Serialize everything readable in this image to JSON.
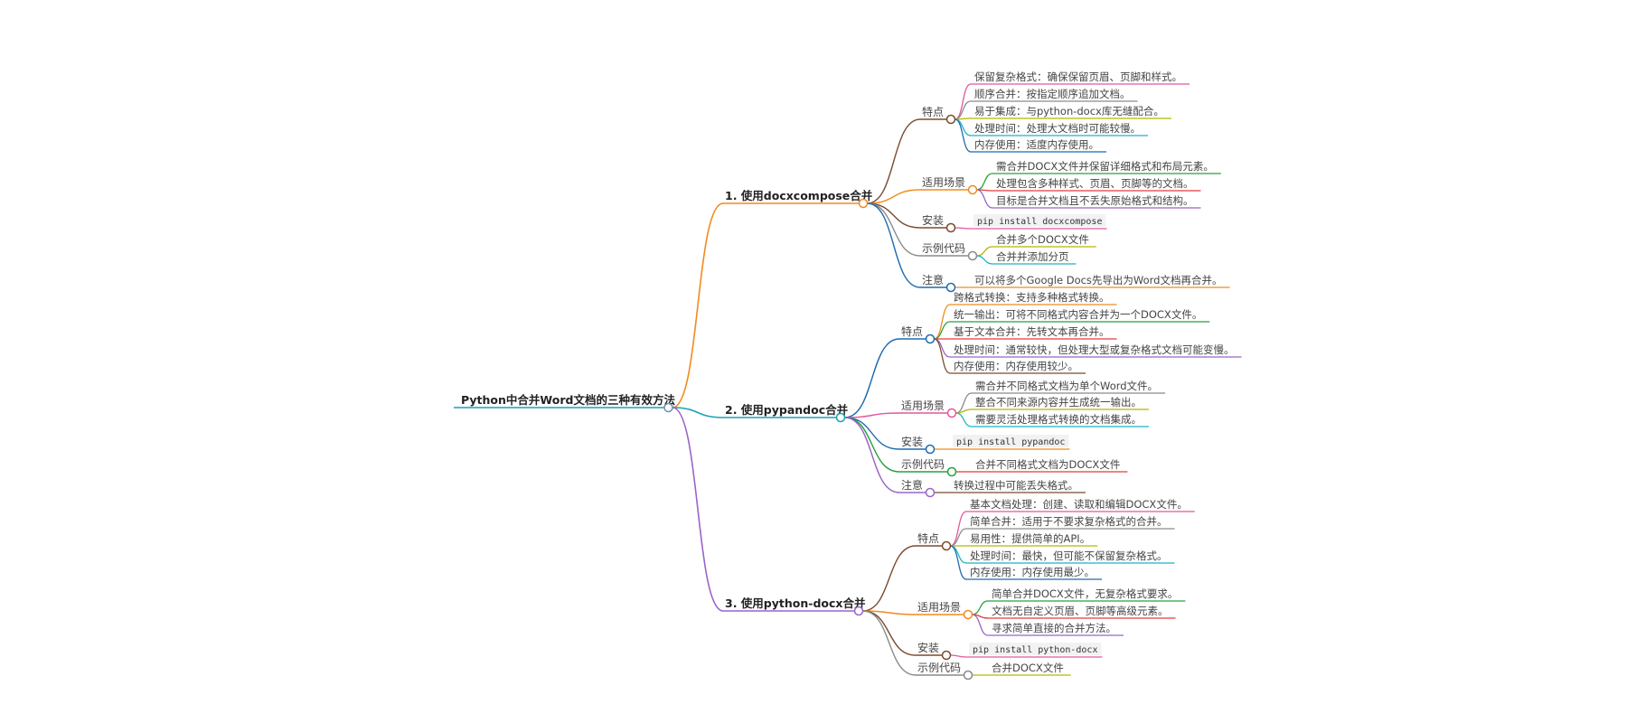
{
  "mindmap": {
    "title": "Python中合并Word文档的三种有效方法",
    "colors": {
      "orange": "#f28a1e",
      "teal": "#1aa2b8",
      "purple": "#9a64c8",
      "brown": "#7a4b2e",
      "pink": "#e2579f",
      "grey": "#8a8a8a",
      "olive": "#b4b600",
      "cyan": "#19b5c6",
      "navy": "#1f6bb0",
      "green": "#26a13e",
      "red": "#e33b3b",
      "blue": "#2c7fc0"
    },
    "branches": [
      {
        "label": "1. 使用docxcompose合并",
        "color": "orange",
        "children": [
          {
            "label": "特点",
            "color": "brown",
            "children": [
              {
                "text": "保留复杂格式：确保保留页眉、页脚和样式。",
                "color": "pink"
              },
              {
                "text": "顺序合并：按指定顺序追加文档。",
                "color": "grey"
              },
              {
                "text": "易于集成：与python-docx库无缝配合。",
                "color": "olive"
              },
              {
                "text": "处理时间：处理大文档时可能较慢。",
                "color": "cyan"
              },
              {
                "text": "内存使用：适度内存使用。",
                "color": "navy"
              }
            ]
          },
          {
            "label": "适用场景",
            "color": "orange",
            "children": [
              {
                "text": "需合并DOCX文件并保留详细格式和布局元素。",
                "color": "green"
              },
              {
                "text": "处理包含多种样式、页眉、页脚等的文档。",
                "color": "red"
              },
              {
                "text": "目标是合并文档且不丢失原始格式和结构。",
                "color": "purple"
              }
            ]
          },
          {
            "label": "安装",
            "color": "brown",
            "children": [
              {
                "text": "pip install docxcompose",
                "color": "pink",
                "code": true
              }
            ]
          },
          {
            "label": "示例代码",
            "color": "grey",
            "children": [
              {
                "text": "合并多个DOCX文件",
                "color": "olive"
              },
              {
                "text": "合并并添加分页",
                "color": "cyan"
              }
            ]
          },
          {
            "label": "注意",
            "color": "navy",
            "children": [
              {
                "text": "可以将多个Google Docs先导出为Word文档再合并。",
                "color": "orange"
              }
            ]
          }
        ]
      },
      {
        "label": "2. 使用pypandoc合并",
        "color": "teal",
        "children": [
          {
            "label": "特点",
            "color": "navy",
            "children": [
              {
                "text": "跨格式转换：支持多种格式转换。",
                "color": "orange"
              },
              {
                "text": "统一输出：可将不同格式内容合并为一个DOCX文件。",
                "color": "green"
              },
              {
                "text": "基于文本合并：先转文本再合并。",
                "color": "red"
              },
              {
                "text": "处理时间：通常较快，但处理大型或复杂格式文档可能变慢。",
                "color": "purple"
              },
              {
                "text": "内存使用：内存使用较少。",
                "color": "brown"
              }
            ]
          },
          {
            "label": "适用场景",
            "color": "pink",
            "children": [
              {
                "text": "需合并不同格式文档为单个Word文件。",
                "color": "grey"
              },
              {
                "text": "整合不同来源内容并生成统一输出。",
                "color": "olive"
              },
              {
                "text": "需要灵活处理格式转换的文档集成。",
                "color": "cyan"
              }
            ]
          },
          {
            "label": "安装",
            "color": "navy",
            "children": [
              {
                "text": "pip install pypandoc",
                "color": "orange",
                "code": true
              }
            ]
          },
          {
            "label": "示例代码",
            "color": "green",
            "children": [
              {
                "text": "合并不同格式文档为DOCX文件",
                "color": "red"
              }
            ]
          },
          {
            "label": "注意",
            "color": "purple",
            "children": [
              {
                "text": "转换过程中可能丢失格式。",
                "color": "brown"
              }
            ]
          }
        ]
      },
      {
        "label": "3. 使用python-docx合并",
        "color": "purple",
        "children": [
          {
            "label": "特点",
            "color": "brown",
            "children": [
              {
                "text": "基本文档处理：创建、读取和编辑DOCX文件。",
                "color": "pink"
              },
              {
                "text": "简单合并：适用于不要求复杂格式的合并。",
                "color": "grey"
              },
              {
                "text": "易用性：提供简单的API。",
                "color": "olive"
              },
              {
                "text": "处理时间：最快，但可能不保留复杂格式。",
                "color": "cyan"
              },
              {
                "text": "内存使用：内存使用最少。",
                "color": "navy"
              }
            ]
          },
          {
            "label": "适用场景",
            "color": "orange",
            "children": [
              {
                "text": "简单合并DOCX文件，无复杂格式要求。",
                "color": "green"
              },
              {
                "text": "文档无自定义页眉、页脚等高级元素。",
                "color": "red"
              },
              {
                "text": "寻求简单直接的合并方法。",
                "color": "purple"
              }
            ]
          },
          {
            "label": "安装",
            "color": "brown",
            "children": [
              {
                "text": "pip install python-docx",
                "color": "pink",
                "code": true
              }
            ]
          },
          {
            "label": "示例代码",
            "color": "grey",
            "children": [
              {
                "text": "合并DOCX文件",
                "color": "olive"
              }
            ]
          }
        ]
      }
    ]
  }
}
